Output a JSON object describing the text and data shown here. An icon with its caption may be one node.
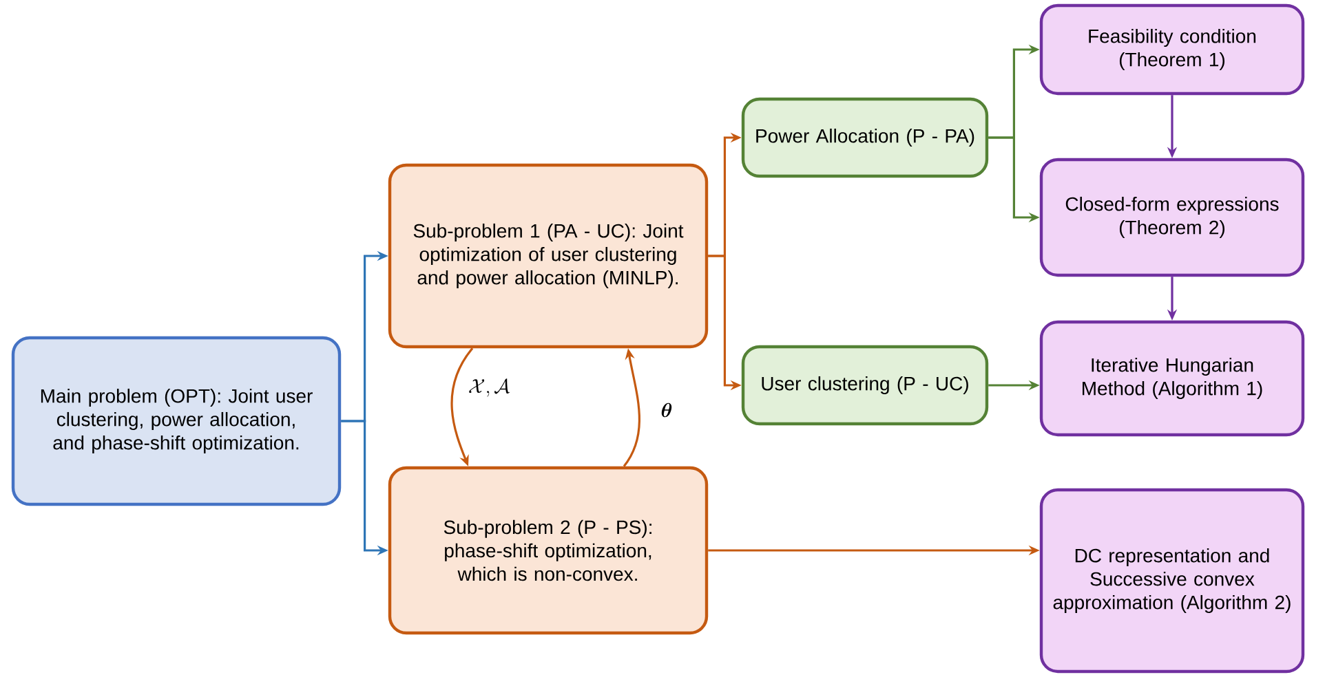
{
  "diagram": {
    "nodes": [
      {
        "text": [
          "Main problem (OPT): Joint user clustering, power allocation, and phase-shift optimization."
        ]
      },
      {
        "text": [
          "Sub-problem 1 (PA - UC): Joint optimization of user clustering and power allocation (MINLP)."
        ]
      },
      {
        "text": [
          "Sub-problem 2 (P - PS): phase-shift optimization, which is non-convex."
        ]
      },
      {
        "text": [
          "Power Allocation (P - PA)"
        ]
      },
      {
        "text": [
          "User clustering (P - UC)"
        ]
      },
      {
        "text": [
          "Feasibility condition (Theorem 1)"
        ]
      },
      {
        "text": [
          "Closed-form expressions (Theorem 2)"
        ]
      },
      {
        "text": [
          "Iterative Hungarian Method (Algorithm 1)"
        ]
      },
      {
        "text": [
          "DC representation and Successive convex approximation (Algorithm 2)"
        ]
      }
    ],
    "edges": [
      {
        "from": 0,
        "to": 1,
        "arrow": "to",
        "color": "#2e75b6"
      },
      {
        "from": 0,
        "to": 2,
        "arrow": "to",
        "color": "#2e75b6"
      },
      {
        "from": 1,
        "to": 2,
        "arrow": "to",
        "label": "\\mathcal{X}, \\mathcal{A}",
        "color": "#c55a11"
      },
      {
        "from": 2,
        "to": 1,
        "arrow": "to",
        "label": "\\boldsymbol{\\theta}",
        "color": "#c55a11"
      },
      {
        "from": 1,
        "to": 3,
        "arrow": "to",
        "color": "#c55a11"
      },
      {
        "from": 1,
        "to": 4,
        "arrow": "to",
        "color": "#c55a11"
      },
      {
        "from": 3,
        "to": 5,
        "arrow": "to",
        "color": "#548235"
      },
      {
        "from": 3,
        "to": 6,
        "arrow": "to",
        "color": "#548235"
      },
      {
        "from": 4,
        "to": 7,
        "arrow": "to",
        "color": "#548235"
      },
      {
        "from": 5,
        "to": 6,
        "arrow": "to",
        "color": "#7030a0"
      },
      {
        "from": 6,
        "to": 7,
        "arrow": "to",
        "color": "#7030a0"
      },
      {
        "from": 2,
        "to": 8,
        "arrow": "to",
        "color": "#c55a11"
      }
    ]
  }
}
